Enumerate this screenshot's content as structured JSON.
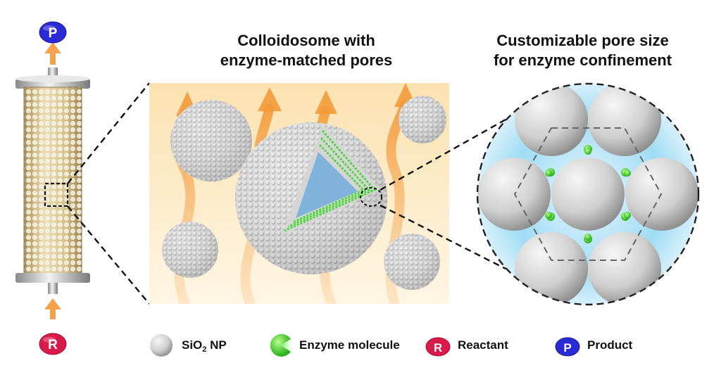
{
  "titles": {
    "middle_line1": "Colloidosome with",
    "middle_line2": "enzyme-matched pores",
    "right_line1": "Customizable pore size",
    "right_line2": "for enzyme confinement"
  },
  "badges": {
    "product_letter": "P",
    "reactant_letter": "R"
  },
  "legend": {
    "sio2_prefix": "SiO",
    "sio2_sub": "2",
    "sio2_suffix": " NP",
    "enzyme": "Enzyme molecule",
    "reactant": "Reactant",
    "product": "Product",
    "reactant_letter": "R",
    "product_letter": "P"
  },
  "colors": {
    "product_badge": "#2b2bd6",
    "reactant_badge": "#d81b4a",
    "flow_arrow": "#f4a24c",
    "enzyme_green": "#3ccf2a",
    "pore_glow": "#8fd6f2",
    "sphere_gray": "#c8c8c8"
  }
}
